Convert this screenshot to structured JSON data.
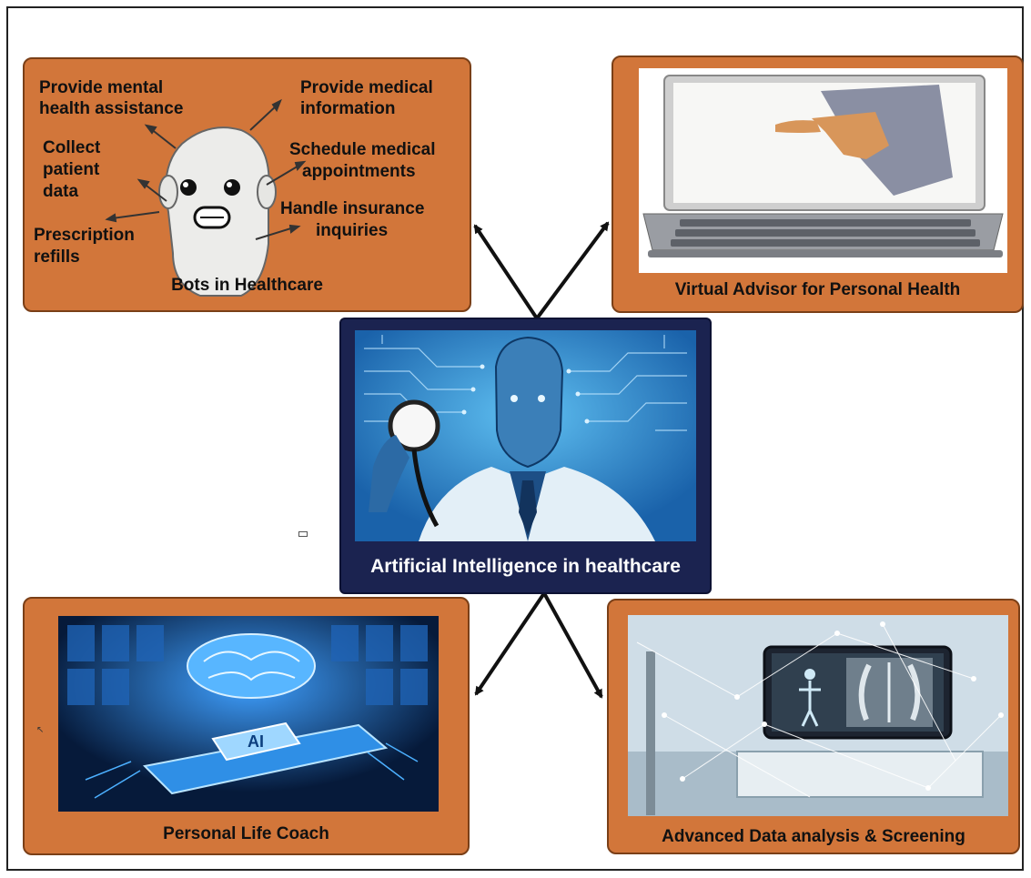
{
  "center": {
    "caption": "Artificial Intelligence in healthcare"
  },
  "bots": {
    "caption": "Bots in Healthcare",
    "labels": {
      "mental": "Provide mental health assistance",
      "mental_1": "Provide mental",
      "mental_2": "health assistance",
      "medinfo_1": "Provide medical",
      "medinfo_2": "information",
      "collect_1": "Collect",
      "collect_2": "patient",
      "collect_3": "data",
      "schedule_1": "Schedule medical",
      "schedule_2": "appointments",
      "insurance_1": "Handle insurance",
      "insurance_2": "inquiries",
      "refills_1": "Prescription",
      "refills_2": "refills"
    }
  },
  "advisor": {
    "caption": "Virtual Advisor for Personal Health"
  },
  "coach": {
    "caption": "Personal Life Coach",
    "chip_text": "AI"
  },
  "analysis": {
    "caption": "Advanced Data analysis & Screening"
  },
  "colors": {
    "panel": "#d2763a",
    "panel_border": "#7a3f17",
    "center_bg": "#1b2350",
    "arrow": "#111111"
  },
  "icons": [
    "bot-face-icon",
    "laptop-hand-icon",
    "ai-doctor-icon",
    "ai-brain-chip-icon",
    "xray-monitor-icon"
  ]
}
